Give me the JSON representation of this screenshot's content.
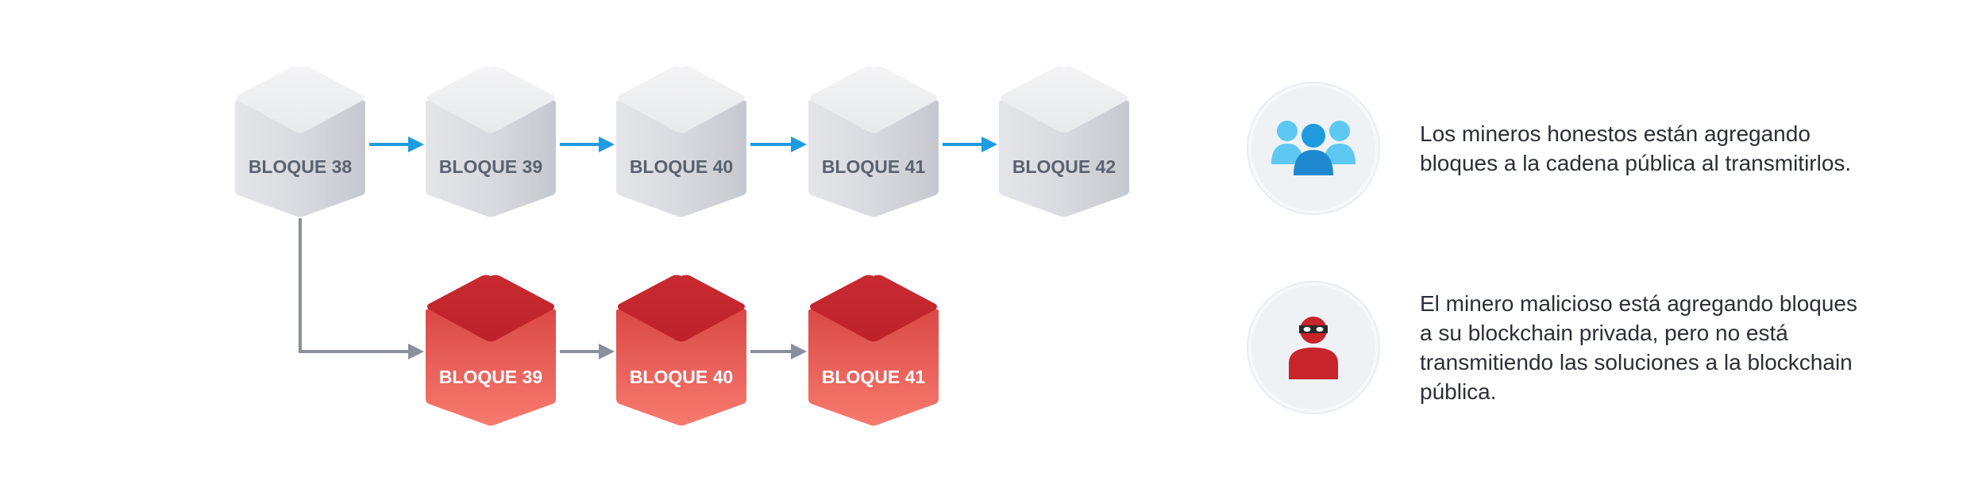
{
  "public_chain": {
    "blocks": [
      "BLOQUE 38",
      "BLOQUE 39",
      "BLOQUE 40",
      "BLOQUE 41",
      "BLOQUE 42"
    ]
  },
  "private_chain": {
    "blocks": [
      "BLOQUE 39",
      "BLOQUE 40",
      "BLOQUE 41"
    ]
  },
  "legend": {
    "honest": {
      "icon": "group-of-people-icon",
      "text": "Los mineros honestos están agregando bloques a la cadena pública al transmitirlos."
    },
    "malicious": {
      "icon": "masked-person-icon",
      "text": "El minero malicioso está agregando bloques a su blockchain privada, pero no está transmitiendo las soluciones a la blockchain pública."
    }
  },
  "colors": {
    "public_arrow": "#1f9be0",
    "private_arrow": "#8a8f9c",
    "public_block": "#dadbe0",
    "private_block": "#cc2a2f"
  }
}
